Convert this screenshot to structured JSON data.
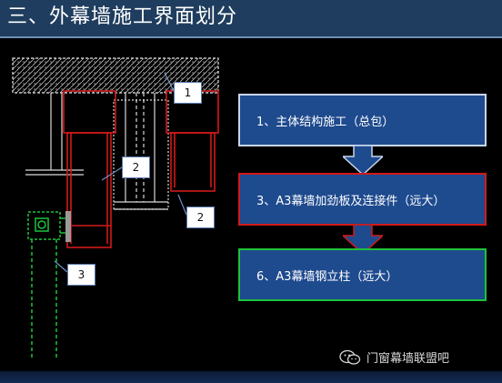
{
  "title": "三、外幕墙施工界面划分",
  "flow_boxes": [
    {
      "label": "1、主体结构施工（总包）",
      "border_color": "#c8d6ea"
    },
    {
      "label": "3、A3幕墙加劲板及连接件（远大）",
      "border_color": "#d11a1a"
    },
    {
      "label": "6、A3幕墙钢立柱（远大）",
      "border_color": "#1ec23a"
    }
  ],
  "callouts": [
    "1",
    "2",
    "2",
    "3"
  ],
  "watermark": {
    "text": "门窗幕墙联盟吧",
    "icon": "wechat-icon"
  },
  "colors": {
    "header_bg": "#1f3d5e",
    "box_fill": "#1e4a8e",
    "structure": "#d9d9d9",
    "stiffener": "#d11a1a",
    "steel_column": "#1ec23a"
  }
}
